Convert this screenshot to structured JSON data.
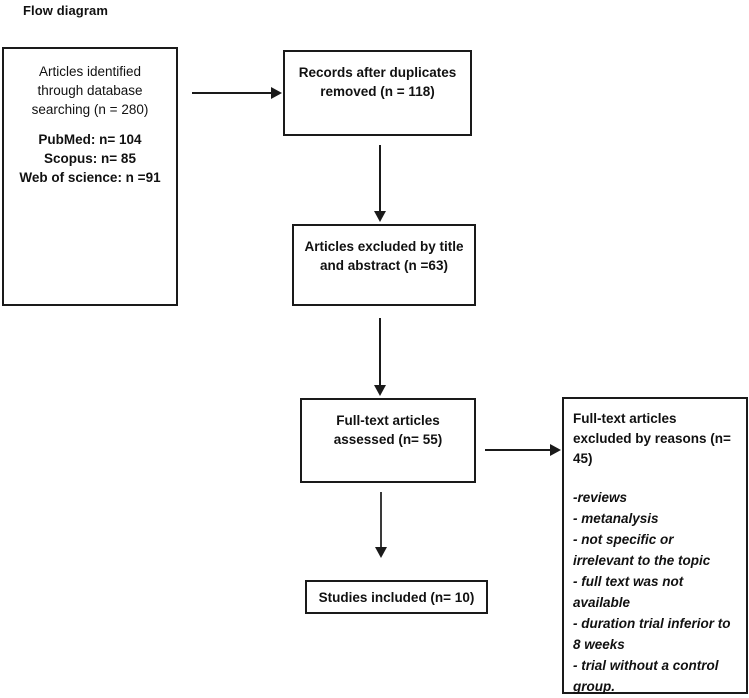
{
  "figure": {
    "title": "Flow diagram"
  },
  "boxes": {
    "identification": {
      "lines": [
        "Articles identified",
        "through database",
        "searching (n = 280)"
      ],
      "sources": [
        "PubMed: n= 104",
        "Scopus: n= 85",
        "Web of science: n =91"
      ]
    },
    "duplicates_removed": {
      "lines": [
        "Records after duplicates",
        "removed (n = 118)"
      ]
    },
    "excluded_title_abstract": {
      "lines": [
        "Articles excluded by title",
        "and abstract (n =63)"
      ]
    },
    "fulltext_assessed": {
      "lines": [
        "Full-text articles",
        "assessed (n= 55)"
      ]
    },
    "studies_included": {
      "label": "Studies included (n= 10)"
    },
    "excluded_reasons": {
      "heading": "Full-text articles excluded by reasons (n= 45)",
      "reasons": [
        "-reviews",
        "- metanalysis",
        "- not specific or irrelevant to the topic",
        " - full text was not available",
        "-  duration trial inferior to 8 weeks",
        "- trial without a control group."
      ]
    }
  },
  "style": {
    "stroke": "#1a1a1a",
    "background": "#ffffff",
    "text": "#111111"
  }
}
